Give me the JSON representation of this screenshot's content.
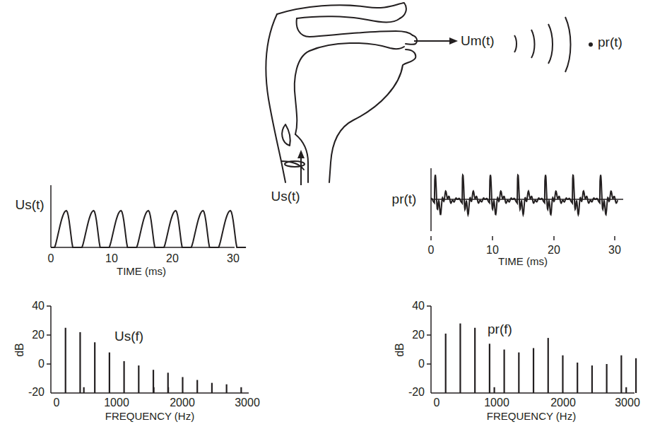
{
  "diagram": {
    "labels": [
      "Um(t)",
      "pr(t)",
      "Us(t)",
      "Us(t)",
      "0",
      "10",
      "20",
      "30",
      "TIME (ms)",
      "pr(t)",
      "0",
      "10",
      "20",
      "30",
      "TIME (ms)",
      "40",
      "20",
      "0",
      "-20",
      "dB",
      "Us(f)",
      "0",
      "1000",
      "2000",
      "3000",
      "FREQUENCY (Hz)",
      "40",
      "20",
      "0",
      "-20",
      "dB",
      "pr(f)",
      "0",
      "1000",
      "2000",
      "3000",
      "FREQUENCY (Hz)"
    ]
  }
}
